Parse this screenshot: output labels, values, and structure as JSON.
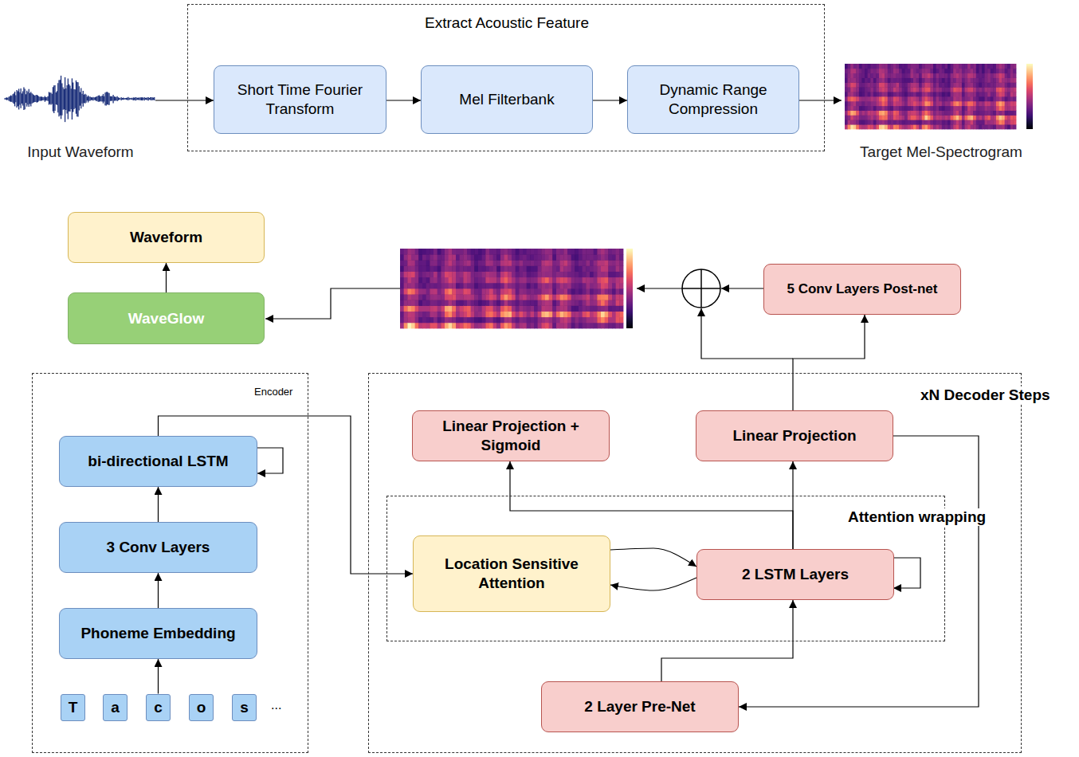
{
  "diagram": {
    "nodes": [
      {
        "text": [
          "Input Waveform"
        ]
      },
      {
        "text": [
          "Extract Acoustic Feature"
        ]
      },
      {
        "text": [
          "Short Time Fourier Transform"
        ],
        "in": 1
      },
      {
        "text": [
          "Mel Filterbank"
        ],
        "in": 1
      },
      {
        "text": [
          "Dynamic Range Compression"
        ],
        "in": 1
      },
      {
        "text": [
          "Target Mel-Spectrogram"
        ]
      },
      {
        "text": [
          "Waveform"
        ]
      },
      {
        "text": [
          "WaveGlow"
        ]
      },
      {
        "text": [
          "5 Conv Layers Post-net"
        ]
      },
      {
        "text": [
          "Encoder"
        ]
      },
      {
        "text": [
          "bi-directional LSTM"
        ],
        "in": 9
      },
      {
        "text": [
          "3 Conv Layers"
        ],
        "in": 9
      },
      {
        "text": [
          "Phoneme Embedding"
        ],
        "in": 9
      },
      {
        "text": [
          "T"
        ],
        "in": 9
      },
      {
        "text": [
          "a"
        ],
        "in": 9
      },
      {
        "text": [
          "c"
        ],
        "in": 9
      },
      {
        "text": [
          "o"
        ],
        "in": 9
      },
      {
        "text": [
          "s"
        ],
        "in": 9
      },
      {
        "text": [
          "xN Decoder Steps"
        ]
      },
      {
        "text": [
          "Linear Projection + Sigmoid"
        ],
        "in": 18
      },
      {
        "text": [
          "Linear Projection"
        ],
        "in": 18
      },
      {
        "text": [
          "Attention wrapping"
        ],
        "in": 18
      },
      {
        "text": [
          "Location Sensitive Attention"
        ],
        "in": 21
      },
      {
        "text": [
          "2 LSTM Layers"
        ],
        "in": 21
      },
      {
        "text": [
          "2 Layer Pre-Net"
        ],
        "in": 18
      }
    ],
    "edges": [
      {
        "from": 0,
        "to": 2,
        "arrow": "to"
      },
      {
        "from": 2,
        "to": 3,
        "arrow": "to"
      },
      {
        "from": 3,
        "to": 4,
        "arrow": "to"
      },
      {
        "from": 4,
        "to": 5,
        "arrow": "to"
      },
      {
        "from": 7,
        "to": 6,
        "arrow": "to"
      },
      {
        "from": 15,
        "to": 12,
        "arrow": "to"
      },
      {
        "from": 12,
        "to": 11,
        "arrow": "to"
      },
      {
        "from": 11,
        "to": 10,
        "arrow": "to"
      },
      {
        "from": 10,
        "to": 22,
        "arrow": "to"
      },
      {
        "from": 22,
        "to": 23,
        "arrow": "to"
      },
      {
        "from": 23,
        "to": 22,
        "arrow": "to"
      },
      {
        "from": 24,
        "to": 23,
        "arrow": "to"
      },
      {
        "from": 23,
        "to": 20,
        "arrow": "to"
      },
      {
        "from": 23,
        "to": 19,
        "arrow": "to"
      },
      {
        "from": 20,
        "to": 24,
        "arrow": "to"
      },
      {
        "from": 20,
        "to": 8,
        "arrow": "to"
      }
    ],
    "labels": [
      "..."
    ]
  }
}
